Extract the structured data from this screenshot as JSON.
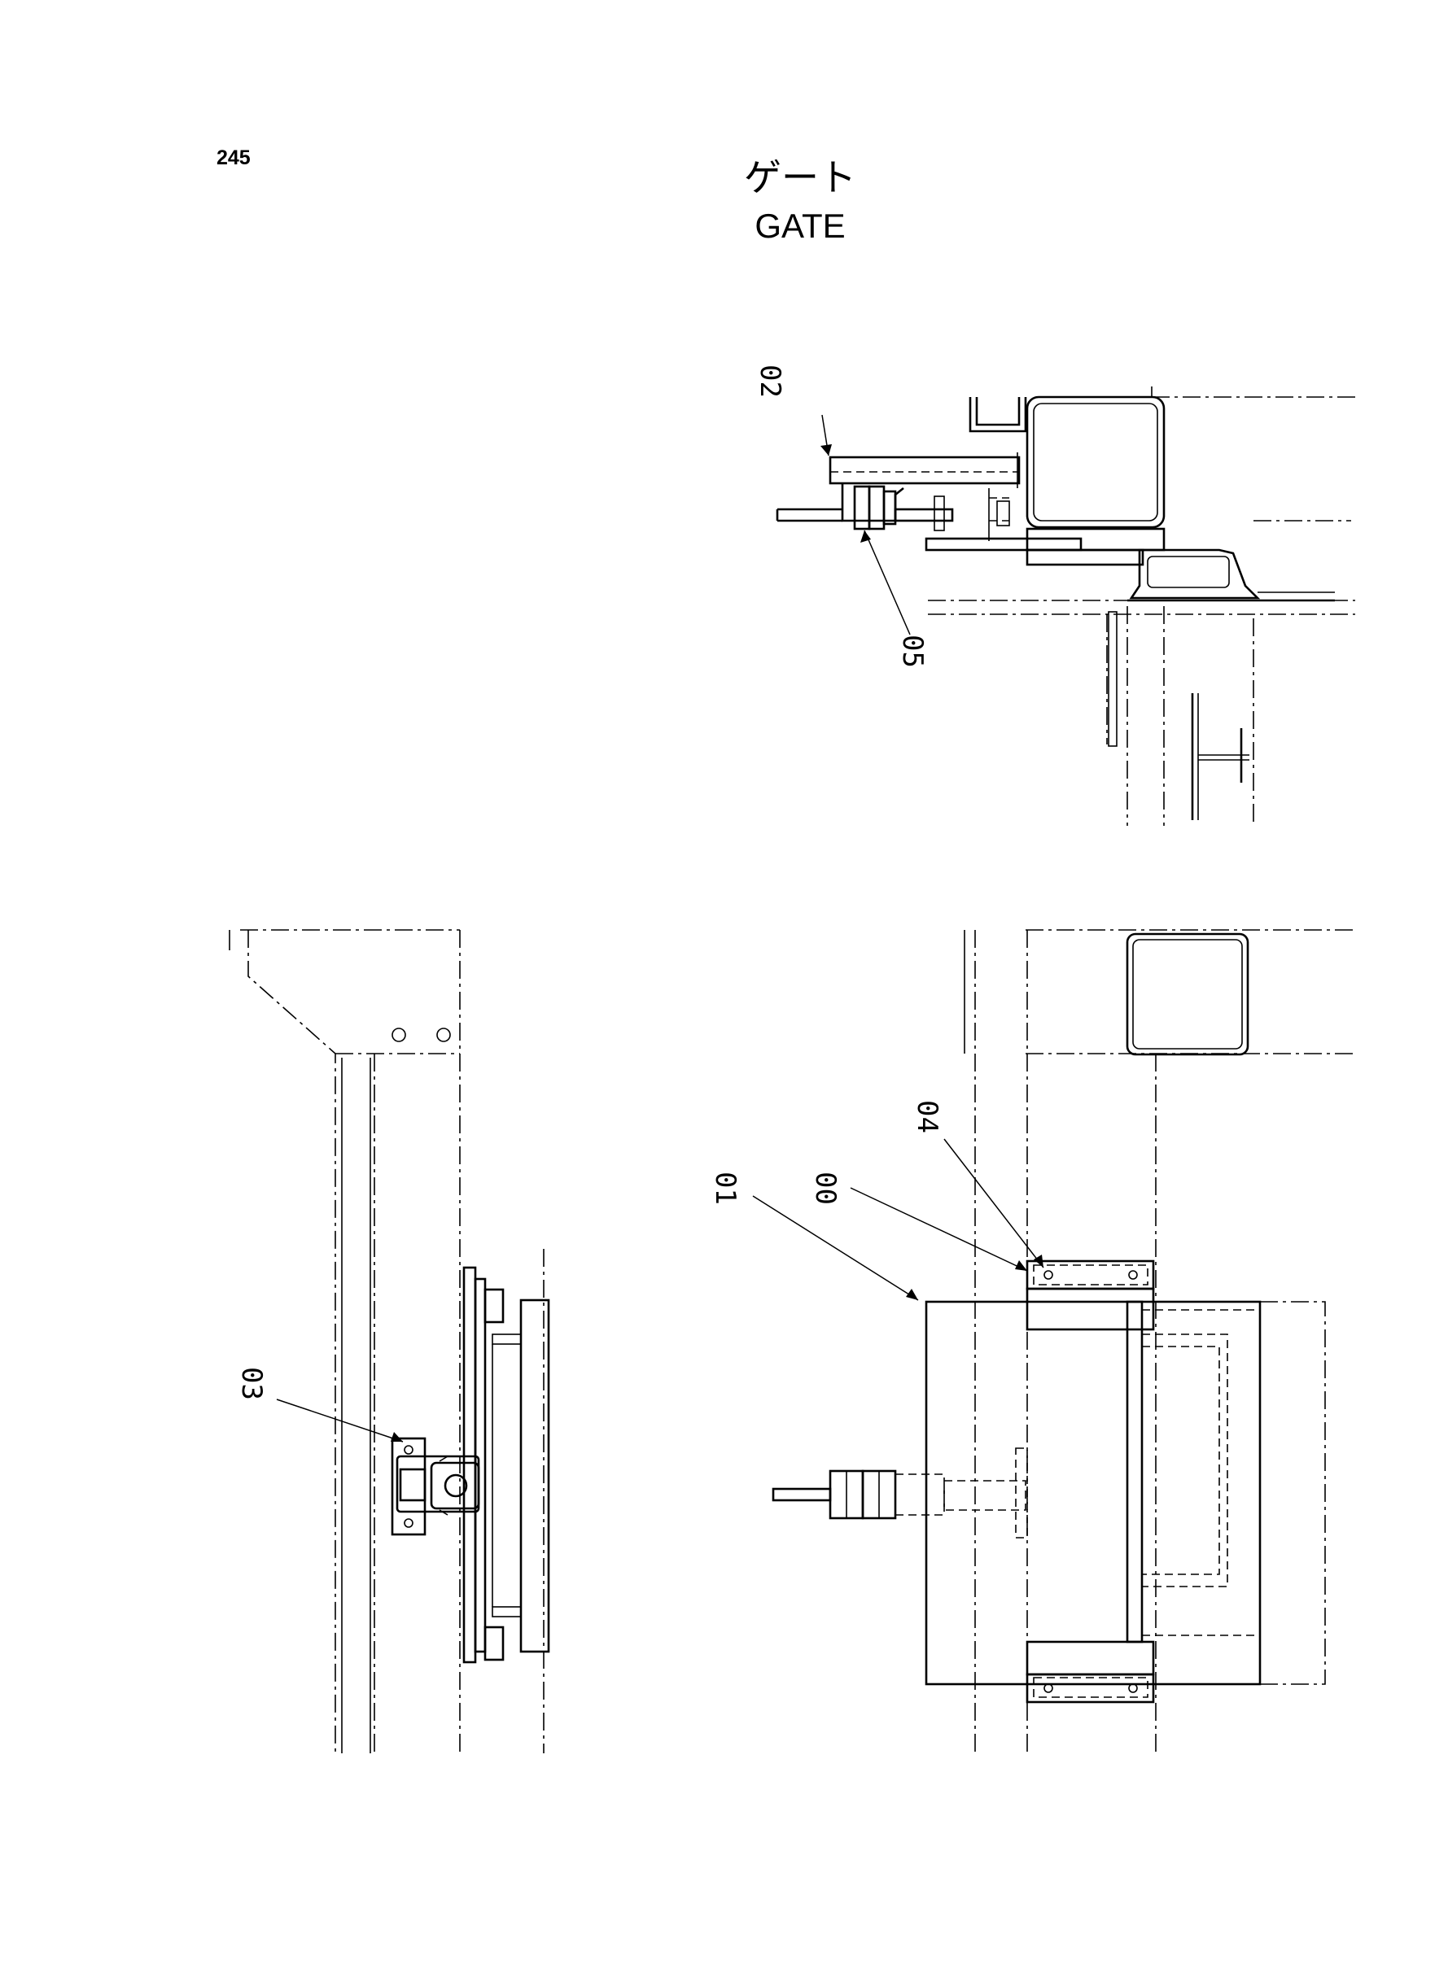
{
  "page": {
    "number": "245"
  },
  "title": {
    "japanese": "ゲート",
    "english": "GATE"
  },
  "callouts": [
    {
      "id": "00",
      "label": "00"
    },
    {
      "id": "01",
      "label": "01"
    },
    {
      "id": "02",
      "label": "02"
    },
    {
      "id": "03",
      "label": "03"
    },
    {
      "id": "04",
      "label": "04"
    },
    {
      "id": "05",
      "label": "05"
    }
  ]
}
